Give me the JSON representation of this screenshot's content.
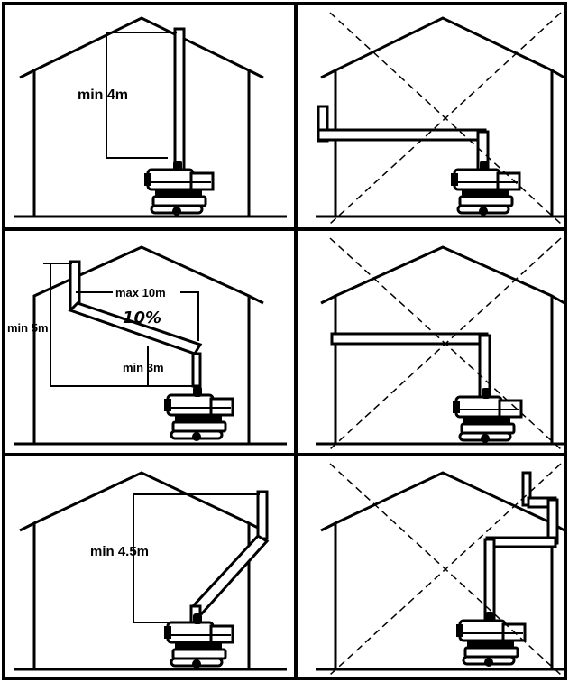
{
  "panels": [
    {
      "id": "p1",
      "status": "correct",
      "labels": {
        "height": "min 4m"
      }
    },
    {
      "id": "p2",
      "status": "incorrect",
      "labels": {}
    },
    {
      "id": "p3",
      "status": "correct",
      "labels": {
        "outlet_height": "min 5m",
        "run": "max 10m",
        "slope": "10%",
        "rise": "min 3m"
      }
    },
    {
      "id": "p4",
      "status": "incorrect",
      "labels": {}
    },
    {
      "id": "p5",
      "status": "correct",
      "labels": {
        "height": "min 4.5m"
      }
    },
    {
      "id": "p6",
      "status": "incorrect",
      "labels": {}
    }
  ],
  "colors": {
    "line": "#000000",
    "pipe_fill": "#ffffff",
    "cross": "#000000"
  },
  "icons": [
    "house-outline",
    "chimney-pipe",
    "heater-unit",
    "cross-out-mark"
  ]
}
